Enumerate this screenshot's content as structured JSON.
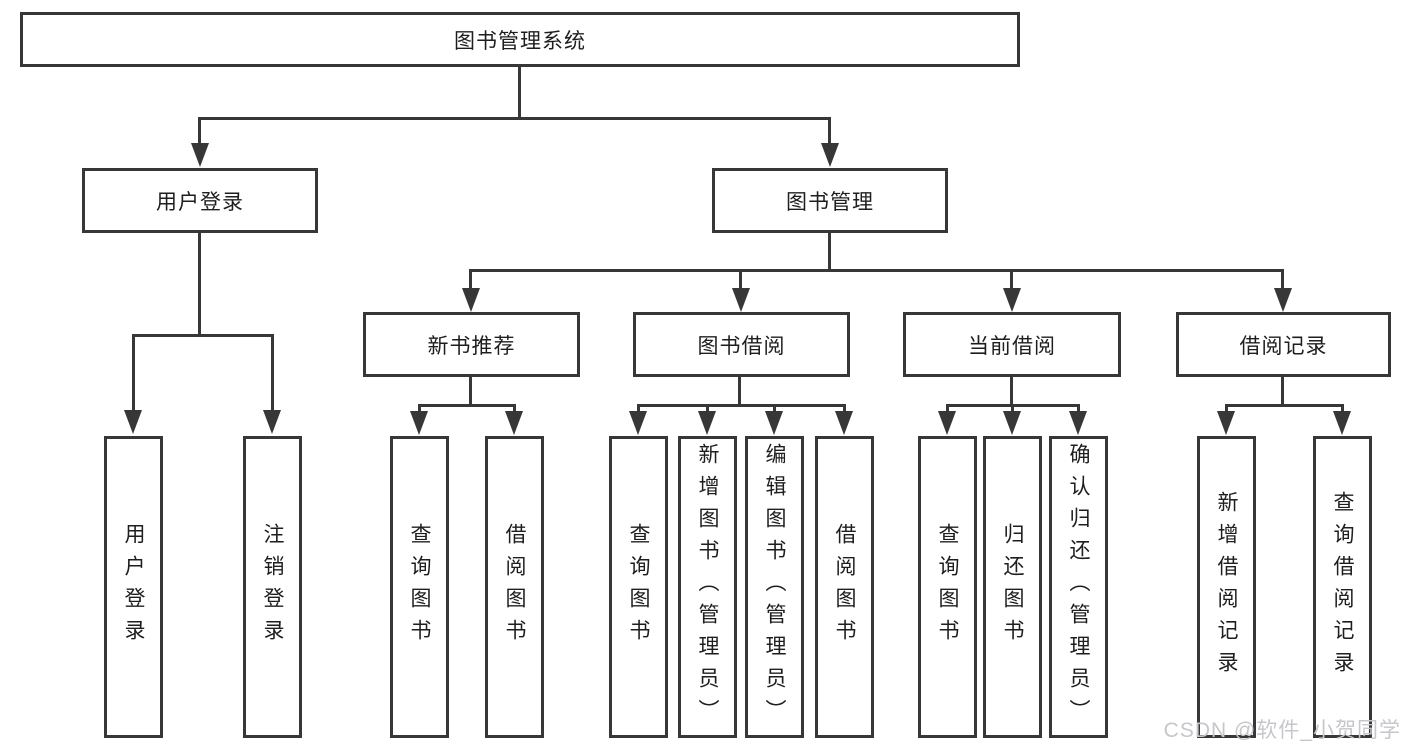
{
  "colors": {
    "line": "#373737",
    "text": "#1e1e1e",
    "background": "#ffffff",
    "watermark": "#c6c6cb"
  },
  "nodes": {
    "root": "图书管理系统",
    "user_login": "用户登录",
    "book_management": "图书管理",
    "new_book_recommend": "新书推荐",
    "book_borrow": "图书借阅",
    "current_borrow": "当前借阅",
    "borrow_records": "借阅记录",
    "leaf_user_login": "用户登录",
    "leaf_logout": "注销登录",
    "leaf_query_book_rec": "查询图书",
    "leaf_borrow_book_rec": "借阅图书",
    "leaf_query_book_bor": "查询图书",
    "leaf_add_book_admin": "新增图书（管理员）",
    "leaf_edit_book_admin": "编辑图书（管理员）",
    "leaf_borrow_book_bor": "借阅图书",
    "leaf_query_book_cur": "查询图书",
    "leaf_return_book": "归还图书",
    "leaf_confirm_return_admin": "确认归还（管理员）",
    "leaf_add_borrow_record": "新增借阅记录",
    "leaf_query_borrow_record": "查询借阅记录"
  },
  "watermark": {
    "text": "CSDN @软件_小贺同学"
  }
}
